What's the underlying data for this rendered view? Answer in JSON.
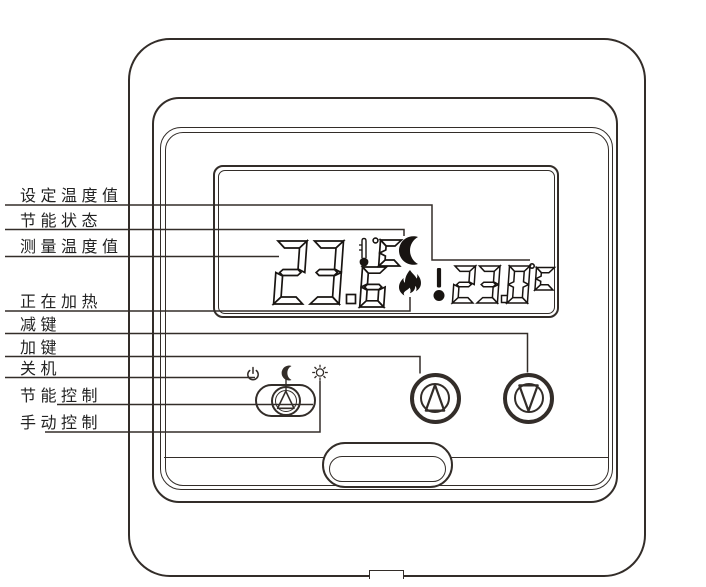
{
  "figure": {
    "type": "thermostat-front-view-diagram"
  },
  "device": {
    "lcd": {
      "measured_temp": "23.6",
      "measured_unit": "°C",
      "set_temp": "23.0",
      "set_unit": "°C",
      "status_icons": [
        "measured-thermometer",
        "eco-moon",
        "heating-flame",
        "set-thermometer"
      ]
    },
    "slider": {
      "positions": [
        "power-off",
        "eco",
        "manual"
      ],
      "current": "eco"
    },
    "buttons": {
      "up": "increase",
      "down": "decrease"
    }
  },
  "callouts": [
    {
      "id": "set-temperature-value",
      "label": "设定温度值"
    },
    {
      "id": "eco-status",
      "label": "节能状态"
    },
    {
      "id": "measured-temperature-value",
      "label": "测量温度值"
    },
    {
      "id": "heating",
      "label": "正在加热"
    },
    {
      "id": "minus-key",
      "label": "减键"
    },
    {
      "id": "plus-key",
      "label": "加键"
    },
    {
      "id": "power-off",
      "label": "关机"
    },
    {
      "id": "eco-control",
      "label": "节能控制"
    },
    {
      "id": "manual-control",
      "label": "手动控制"
    }
  ],
  "colors": {
    "line": "#332d29",
    "lcd": "#181411",
    "label": "#222222",
    "background": "#ffffff"
  }
}
